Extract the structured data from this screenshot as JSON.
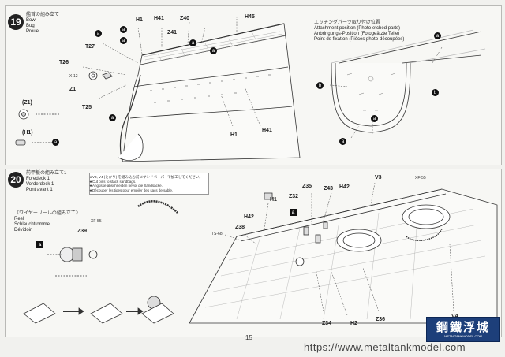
{
  "page_number": "15",
  "watermark_url": "https://www.metaltankmodel.com",
  "logo": {
    "main": "鋼鐵浮城",
    "sub": "METALTANKMODEL.COM"
  },
  "step19": {
    "number": "19",
    "title_jp": "艦首の組み立て",
    "title_en": "Bow",
    "title_de": "Bug",
    "title_fr": "Proue",
    "labels": [
      "H1",
      "H41",
      "Z40",
      "H45",
      "Z41",
      "T27",
      "T26",
      "X-12",
      "Z1",
      "T25",
      "H1",
      "H41",
      "Z1",
      "H1"
    ],
    "bubbles": [
      "a",
      "a",
      "a",
      "a",
      "a",
      "a",
      "a",
      "b",
      "b",
      "a",
      "a",
      "a"
    ],
    "etch_title_jp": "エッチングパーツ取り付け位置",
    "etch_en": "Attachment position (Photo-etched parts)",
    "etch_de": "Anbringungs-Position (Fotogeätzte Teile)",
    "etch_fr": "Point de fixation (Pièces photo-découpées)"
  },
  "step20": {
    "number": "20",
    "title_jp": "前甲板の組み立て1",
    "title_en": "Foredeck 1",
    "title_de": "Vorderdeck 1",
    "title_fr": "Pont avant 1",
    "note_lines": [
      "★V3, V4 (とかり) を組み込む前にサンドペーパーで加工してください。",
      "★Cut pins to stack sandbags.",
      "★Angüsse abschneiden bevor die Sandsäcke.",
      "★Découper les tiges pour empiler des sacs de sable."
    ],
    "wire_reel_jp": "《ワイヤーリールの組み立て》",
    "wire_reel_en": "Reel",
    "wire_reel_de": "Schlauchtrommel",
    "wire_reel_fr": "Dévidoir",
    "labels": [
      "Z35",
      "Z32",
      "Z43",
      "H42",
      "V3",
      "XF-55",
      "H1",
      "H42",
      "Z38",
      "TS-68",
      "XF-55",
      "Z39",
      "H2",
      "Z34",
      "Z36",
      "V4"
    ],
    "box_a": "a"
  }
}
